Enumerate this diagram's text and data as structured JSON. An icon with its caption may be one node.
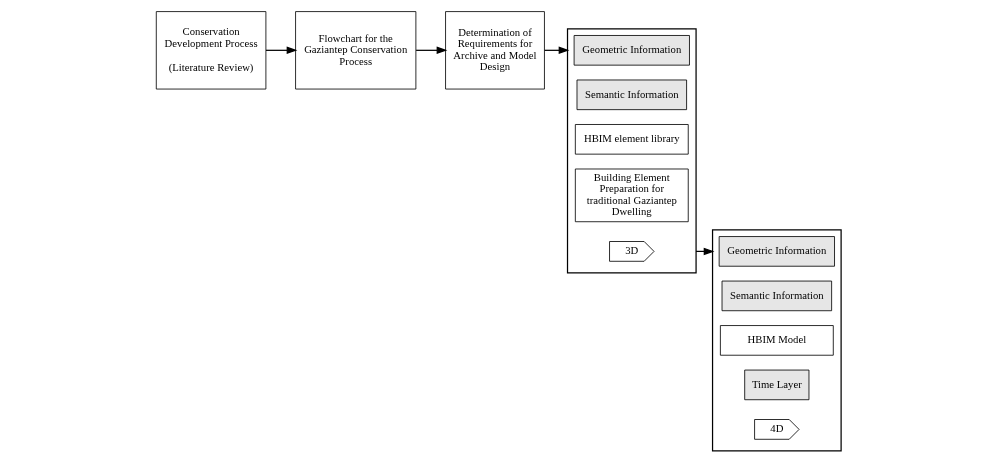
{
  "diagram": {
    "nodes": [
      {
        "text": [
          "Conservation Development Process",
          "(Literature Review)"
        ]
      },
      {
        "text": [
          "Flowchart for the Gaziantep Conservation Process"
        ]
      },
      {
        "text": [
          "Determination of Requirements for Archive and Model Design"
        ]
      },
      {
        "text": [],
        "shape": "box"
      },
      {
        "text": [
          "Geometric Information"
        ],
        "in": 3
      },
      {
        "text": [
          "Semantic Information"
        ],
        "in": 3
      },
      {
        "text": [
          "HBIM element library"
        ],
        "in": 3
      },
      {
        "text": [
          "Building Element Preparation for traditional Gaziantep Dwelling"
        ],
        "in": 3
      },
      {
        "text": [
          "3D"
        ],
        "in": 3
      },
      {
        "text": [],
        "shape": "box"
      },
      {
        "text": [
          "Geometric Information"
        ],
        "in": 9
      },
      {
        "text": [
          "Semantic Information"
        ],
        "in": 9
      },
      {
        "text": [
          "HBIM Model"
        ],
        "in": 9
      },
      {
        "text": [
          "Time Layer"
        ],
        "in": 9
      },
      {
        "text": [
          "4D"
        ],
        "in": 9
      }
    ],
    "edges": [
      {
        "from": 0,
        "to": 1,
        "arrow": "to"
      },
      {
        "from": 1,
        "to": 2,
        "arrow": "to"
      },
      {
        "from": 2,
        "to": 3,
        "arrow": "to"
      },
      {
        "from": 3,
        "to": 9,
        "arrow": "to"
      }
    ]
  }
}
